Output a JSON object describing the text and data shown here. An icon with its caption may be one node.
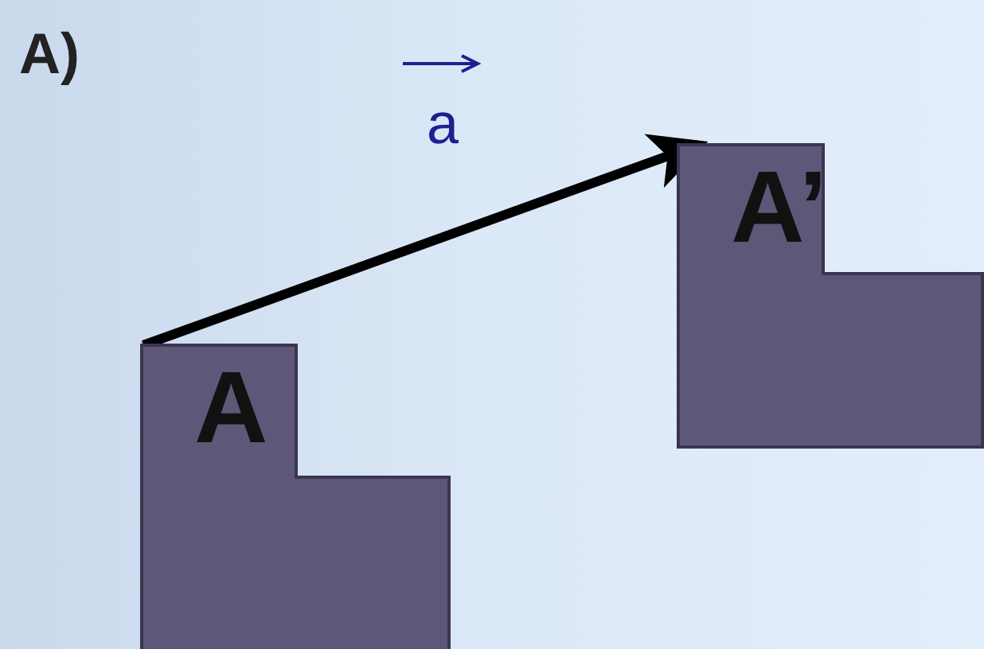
{
  "diagram": {
    "nodes": [
      {
        "text": [
          "A"
        ]
      },
      {
        "text": [
          "A’"
        ]
      }
    ],
    "edges": [
      {
        "from": 0,
        "to": 1,
        "arrow": "to"
      }
    ],
    "labels": [
      "A)",
      "a"
    ]
  }
}
